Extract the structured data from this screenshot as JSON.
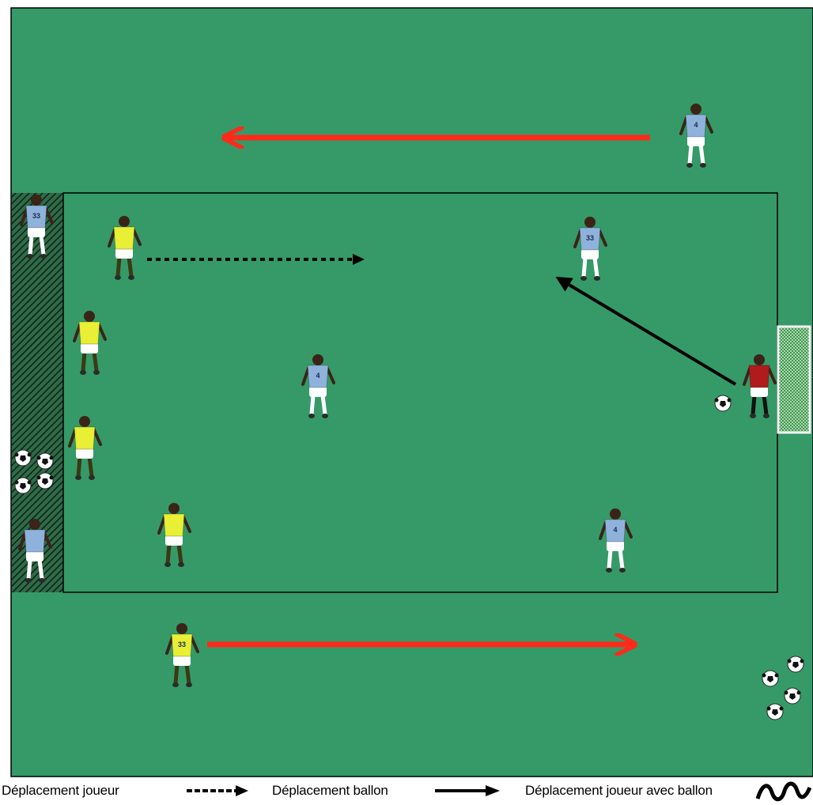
{
  "colors": {
    "pitch": "#359a67",
    "pitch_border": "#000000",
    "run_arrow": "#ff2a1a",
    "pass_arrow": "#000000",
    "yellow_kit": "#e8ef35",
    "sky_kit": "#8fb2dc",
    "red_kit": "#b01c1c",
    "shorts": "#ffffff",
    "skin": "#3a2418",
    "hatch": "#1c3a28"
  },
  "legend": {
    "player_move": "Déplacement joueur",
    "ball_move": "Déplacement ballon",
    "player_with_ball": "Déplacement joueur avec ballon"
  },
  "players": [
    {
      "team": "sky",
      "number": "33",
      "role": "waiting-left-top"
    },
    {
      "team": "sky",
      "number": "",
      "role": "waiting-left-bottom"
    },
    {
      "team": "sky",
      "number": "4",
      "role": "runner-top"
    },
    {
      "team": "yellow",
      "number": "33",
      "role": "runner-bottom"
    },
    {
      "team": "yellow",
      "number": "",
      "role": "attacker-1"
    },
    {
      "team": "yellow",
      "number": "",
      "role": "attacker-2"
    },
    {
      "team": "yellow",
      "number": "",
      "role": "attacker-3"
    },
    {
      "team": "yellow",
      "number": "",
      "role": "attacker-4"
    },
    {
      "team": "sky",
      "number": "33",
      "role": "defender-top-right"
    },
    {
      "team": "sky",
      "number": "4",
      "role": "defender-center"
    },
    {
      "team": "sky",
      "number": "4",
      "role": "defender-bottom-right"
    },
    {
      "team": "red",
      "number": "",
      "role": "goalkeeper"
    }
  ],
  "balls": {
    "left_stack_count": 4,
    "right_stack_count": 4,
    "keeper_ball_count": 1
  },
  "icons": [
    "dashed-arrow-icon",
    "solid-arrow-icon",
    "zigzag-dribble-icon",
    "goal-icon"
  ]
}
